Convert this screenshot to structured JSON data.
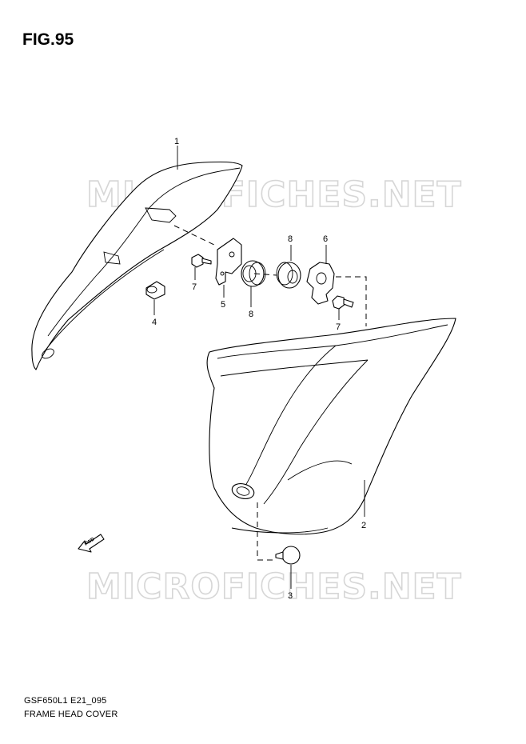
{
  "figure": {
    "title": "FIG.95"
  },
  "watermark": {
    "text": "MICROFICHES.NET"
  },
  "direction_arrow": {
    "label": "FWD"
  },
  "callouts": {
    "c1": "1",
    "c2": "2",
    "c3": "3",
    "c4": "4",
    "c5": "5",
    "c6": "6",
    "c7a": "7",
    "c7b": "7",
    "c8a": "8",
    "c8b": "8"
  },
  "footer": {
    "model_code": "GSF650L1 E21_095",
    "section_name": "FRAME HEAD COVER"
  }
}
